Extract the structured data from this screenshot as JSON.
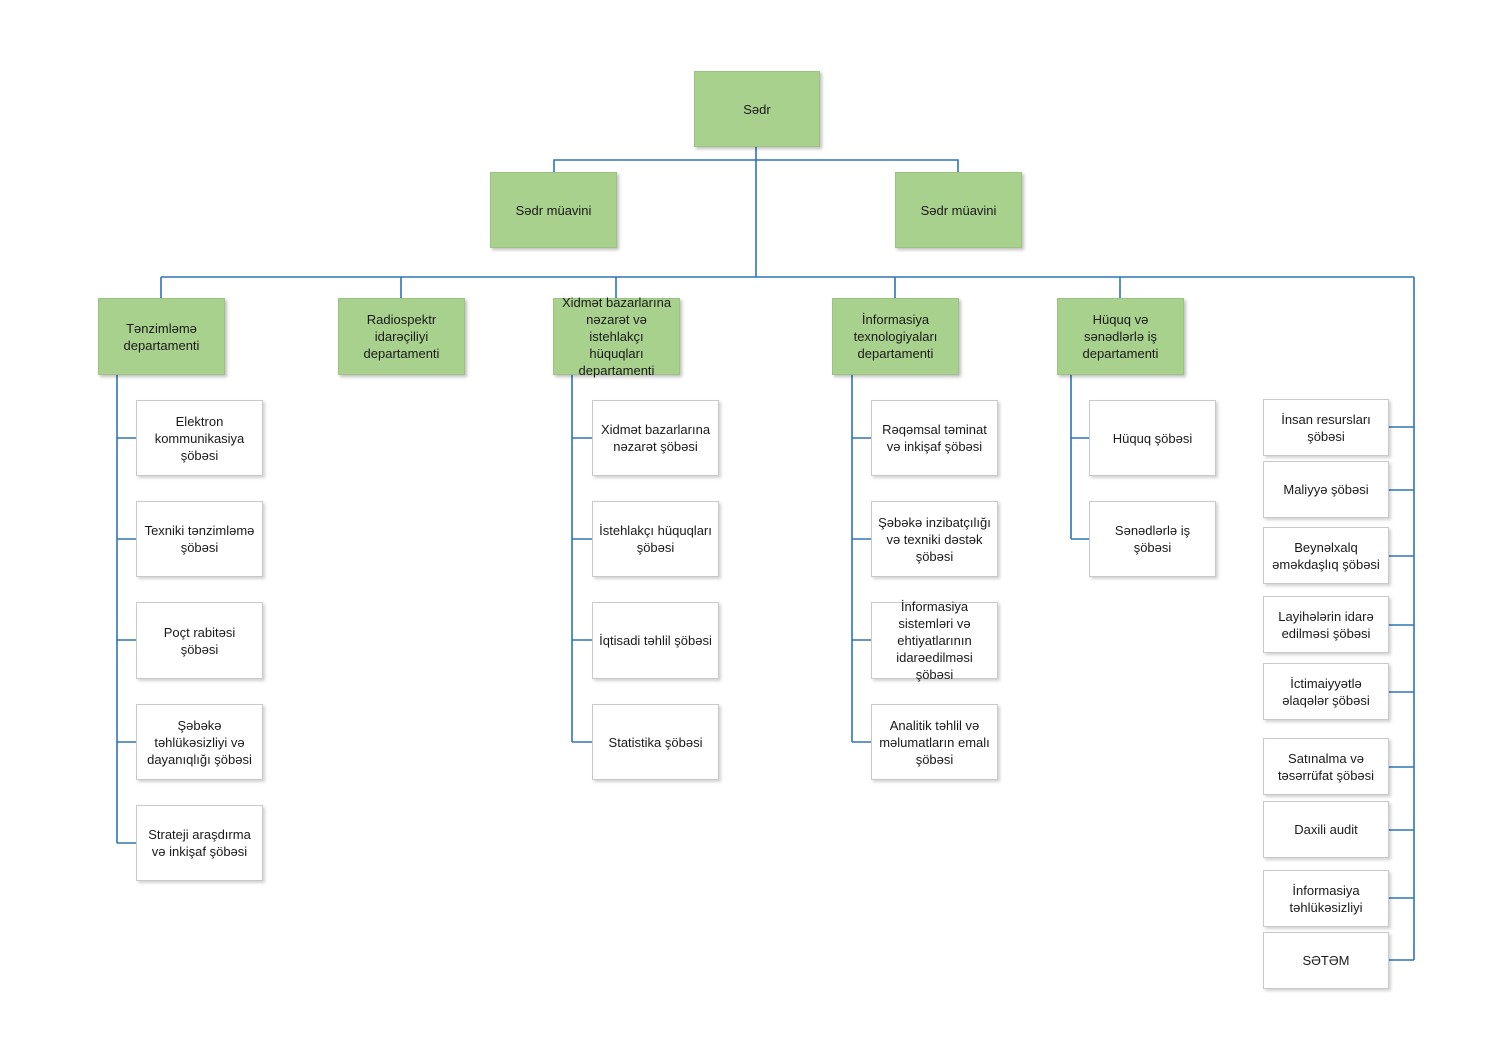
{
  "root": "Sədr",
  "deputies": [
    "Sədr müavini",
    "Sədr müavini"
  ],
  "departments": [
    {
      "name": "Tənzimləmə\ndepartamenti",
      "sections": [
        "Elektron\nkommunikasiya\nşöbəsi",
        "Texniki tənzimləmə\nşöbəsi",
        "Poçt rabitəsi\nşöbəsi",
        "Şəbəkə\ntəhlükəsizliyi və\ndayanıqlığı şöbəsi",
        "Strateji araşdırma\nvə inkişaf şöbəsi"
      ]
    },
    {
      "name": "Radiospektr\nidarəçiliyi\ndepartamenti",
      "sections": []
    },
    {
      "name": "Xidmət bazarlarına\nnəzarət və istehlakçı\nhüquqları\ndepartamenti",
      "sections": [
        "Xidmət bazarlarına\nnəzarət şöbəsi",
        "İstehlakçı hüquqları\nşöbəsi",
        "İqtisadi təhlil şöbəsi",
        "Statistika şöbəsi"
      ]
    },
    {
      "name": "İnformasiya\ntexnologiyaları\ndepartamenti",
      "sections": [
        "Rəqəmsal təminat\nvə inkişaf şöbəsi",
        "Şəbəkə inzibatçılığı\nvə texniki dəstək\nşöbəsi",
        "İnformasiya\nsistemləri və\nehtiyatlarının\nidarəedilməsi şöbəsi",
        "Analitik təhlil və\nməlumatların emalı\nşöbəsi"
      ]
    },
    {
      "name": "Hüquq və\nsənədlərlə iş\ndepartamenti",
      "sections": [
        "Hüquq şöbəsi",
        "Sənədlərlə iş şöbəsi"
      ]
    }
  ],
  "independent_units": [
    "İnsan resursları\nşöbəsi",
    "Maliyyə şöbəsi",
    "Beynəlxalq\nəməkdaşlıq şöbəsi",
    "Layihələrin idarə\nedilməsi şöbəsi",
    "İctimaiyyətlə\nəlaqələr şöbəsi",
    "Satınalma və\ntəsərrüfat şöbəsi",
    "Daxili audit",
    "İnformasiya\ntəhlükəsizliyi",
    "SƏTƏM"
  ],
  "colors": {
    "connector": "#2e75b6",
    "green_box": "#a9d18e",
    "white_box": "#ffffff"
  }
}
